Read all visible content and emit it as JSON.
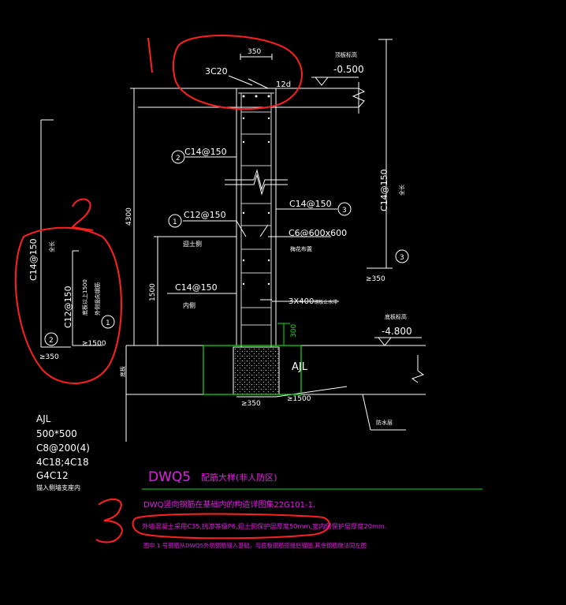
{
  "top_width": "350",
  "top_rebar": "3C20",
  "anchor_len": "12d",
  "level_top_title": "顶板标高",
  "level_top": "-0.500",
  "rebar_2": "C14@150",
  "rebar_2_marker": "2",
  "rebar_1": "C12@150",
  "rebar_1_marker": "1",
  "rebar_3": "C14@150",
  "rebar_3_marker": "3",
  "tie_rebar": "C6@600x600",
  "tie_note": "梅花布置",
  "outer_side": "迎土侧",
  "inner_side": "内侧",
  "rebar_lower": "C14@150",
  "bottom_bar": "3X400",
  "bottom_bar_note": "钢板止水带",
  "dim_4300": "4300",
  "dim_1500": "1500",
  "dim_300": "300",
  "foot_label": "AJL",
  "level_bottom_title": "底板标高",
  "level_bottom": "-4.800",
  "foundation_note": "防水层",
  "left_ground_note": "底板",
  "dim_bottom_350": "≥350",
  "dim_bottom_1500": "≥1500",
  "right_rebar": "C14@150",
  "right_rebar_note": "全长",
  "right_marker": "3",
  "right_dim": "≥350",
  "left_rebar_main": "C14@150",
  "left_rebar_main_note": "全长",
  "left_rebar_sub": "C12@150",
  "left_rebar_sub_note1": "底板以上1500",
  "left_rebar_sub_note2": "外侧竖向钢筋",
  "left_marker_1": "1",
  "left_marker_2": "2",
  "left_dim_350": "≥350",
  "left_dim_1500": "≥1500",
  "ajl_title": "AJL",
  "ajl_size": "500*500",
  "ajl_stirrup": "C8@200(4)",
  "ajl_main": "4C18;4C18",
  "ajl_side": "G4C12",
  "ajl_note": "锚入侧墙支座内",
  "title_code": "DWQ5",
  "title_desc": "配筋大样(非人防区)",
  "note_line1": "DWQ竖向钢筋在基础内的构造详图集22G101-1.",
  "note_line2": "外墙混凝土采用C35,抗渗等级P6,迎土侧保护层厚度50mm,室内侧保护层厚度20mm.",
  "note_line3": "图中 1 号钢筋从DWQ5外侧钢筋锚入基础，与底板钢筋搭接后锚固,其余钢筋做法同左图",
  "note_line3_num": "1",
  "anno_1": "1",
  "anno_2": "2",
  "anno_3": "3",
  "colors": {
    "background": "#000000",
    "lines": "#ffffff",
    "magenta": "#e020e0",
    "green": "#10e010",
    "annotation_red": "#ff2020"
  }
}
